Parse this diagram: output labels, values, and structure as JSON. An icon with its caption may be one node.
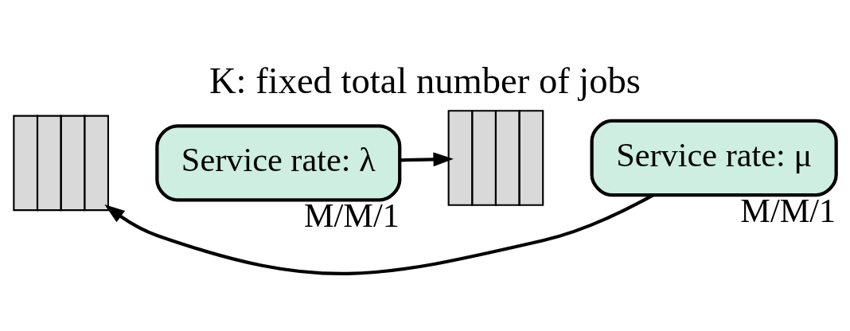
{
  "diagram": {
    "title": "K: fixed total number of jobs",
    "nodes": [
      {
        "text": [],
        "shape": "box"
      },
      {
        "text": [
          "Service rate: λ"
        ],
        "beside": [
          "M/M/1"
        ]
      },
      {
        "text": [],
        "shape": "box"
      },
      {
        "text": [
          "Service rate: μ"
        ],
        "beside": [
          "M/M/1"
        ]
      }
    ],
    "edges": [
      {
        "from": 1,
        "to": 2,
        "arrow": "to"
      },
      {
        "from": 3,
        "to": 0,
        "arrow": "to"
      }
    ]
  }
}
